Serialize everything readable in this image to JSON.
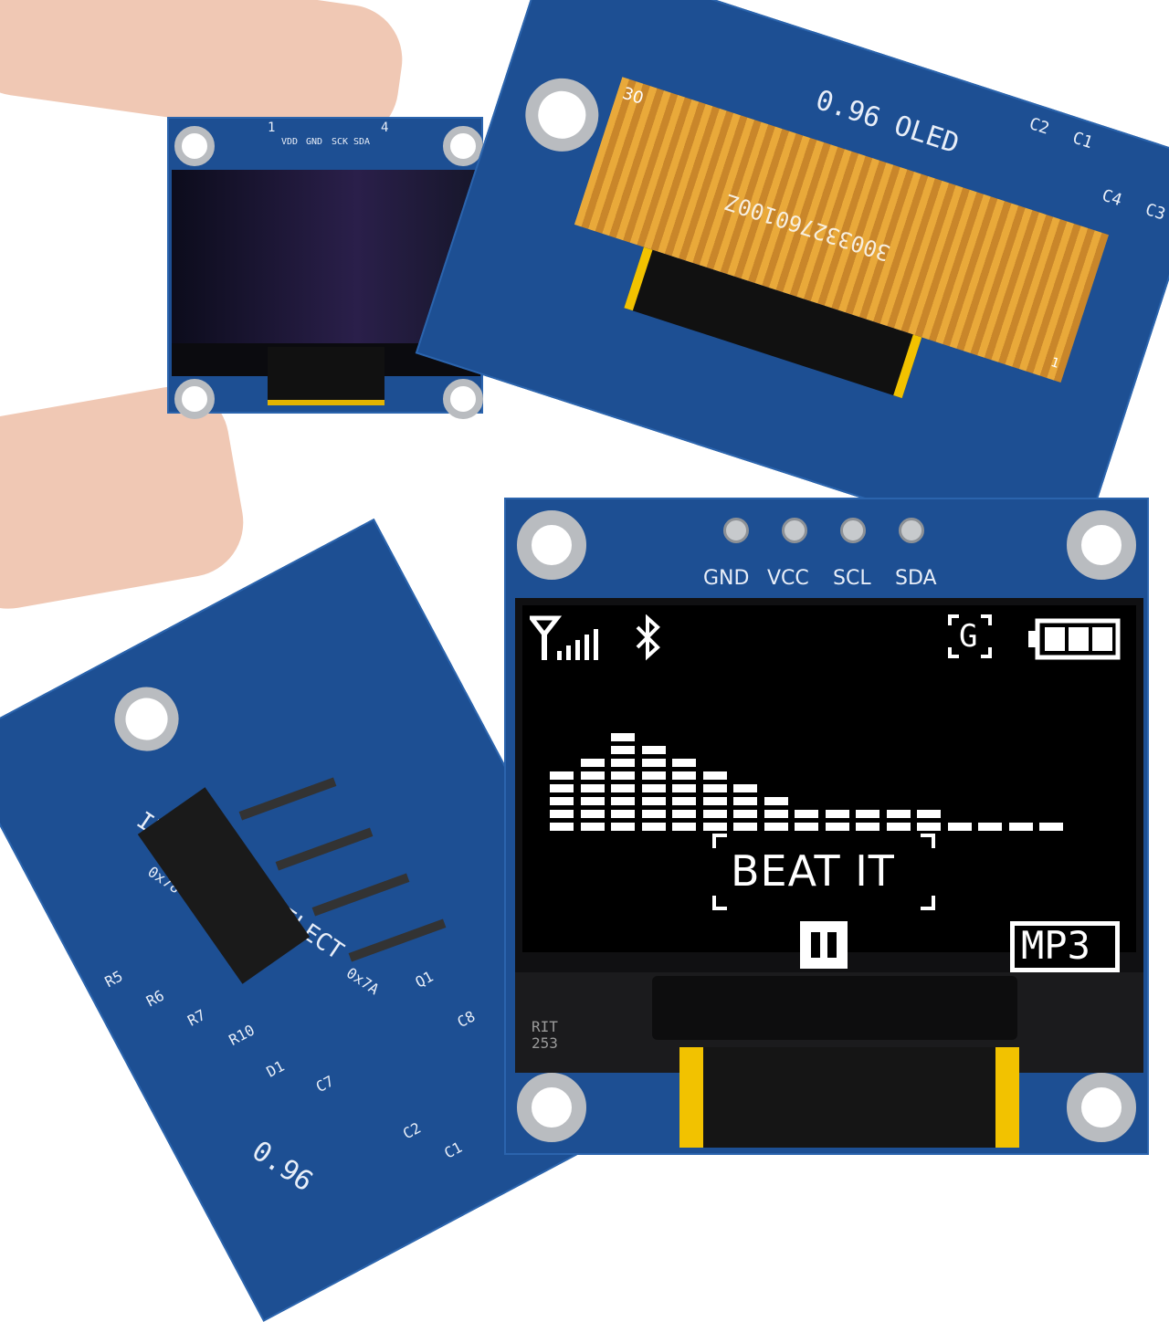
{
  "top_left_module": {
    "pin_numbers": [
      "1",
      "4"
    ],
    "pin_labels": [
      "VDD",
      "GND",
      "SCK",
      "SDA"
    ]
  },
  "top_right_module": {
    "silkscreen": "0.96 OLED",
    "flex_cable_code": "300332760100Z",
    "flex_pin_first": "30",
    "flex_pin_last": "1",
    "caps": [
      "C2",
      "C1",
      "C4",
      "C3"
    ]
  },
  "bottom_left_module": {
    "silkscreen_title": "IIC ADRESS SELECT",
    "address_a": "0x78",
    "address_b": "0x7A",
    "components": [
      "R5",
      "R6",
      "R7",
      "R10",
      "D1",
      "C7",
      "Q1",
      "C8",
      "C2",
      "C1"
    ],
    "size_label": "0.96"
  },
  "main_module": {
    "pin_labels": [
      "GND",
      "VCC",
      "SCL",
      "SDA"
    ],
    "display": {
      "signal_icon": "signal-antenna-icon",
      "bluetooth_icon": "bluetooth-icon",
      "g_label": "G",
      "battery_level": 1.0,
      "song_title": "BEAT IT",
      "pause_icon": "pause-icon",
      "format_label": "MP3",
      "equalizer_levels": [
        5,
        6,
        8,
        7,
        6,
        5,
        4,
        3,
        2,
        2,
        2,
        2,
        2,
        1,
        1,
        1,
        1
      ]
    },
    "chip_marking": [
      "RIT",
      "253"
    ]
  }
}
